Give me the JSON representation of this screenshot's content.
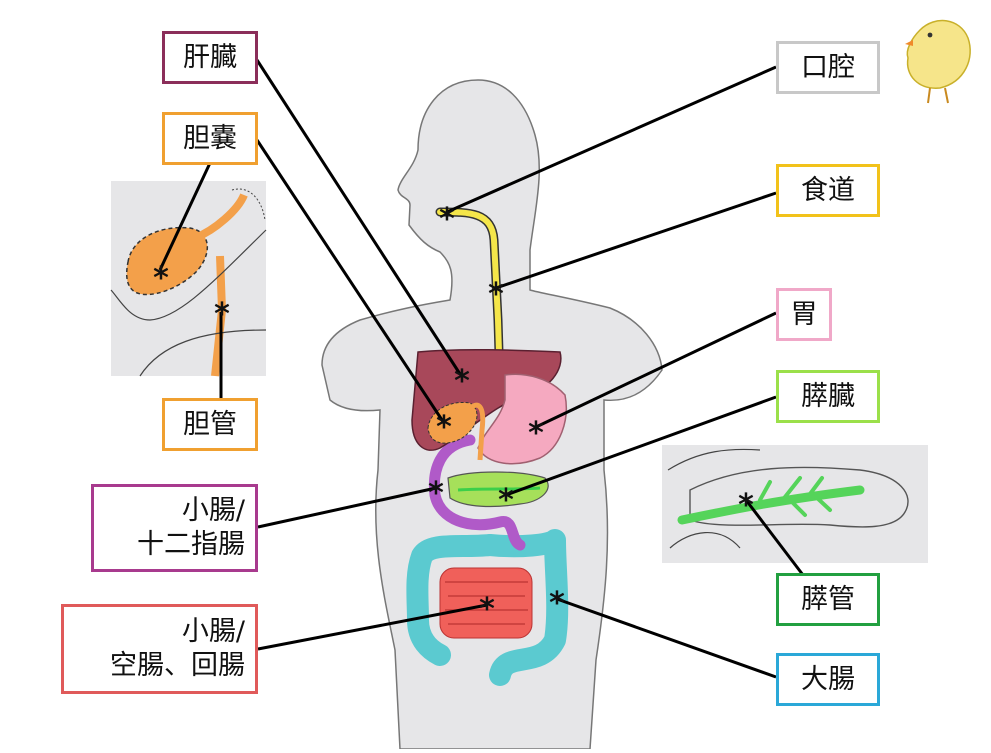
{
  "labels": [
    {
      "key": "liver",
      "lines": [
        "肝臓"
      ],
      "color": "#8b2e5a"
    },
    {
      "key": "gallbladder",
      "lines": [
        "胆嚢"
      ],
      "color": "#f0a030"
    },
    {
      "key": "bile_duct",
      "lines": [
        "胆管"
      ],
      "color": "#f0a030"
    },
    {
      "key": "small_intestine_duodenum",
      "lines": [
        "小腸/",
        "十二指腸"
      ],
      "color": "#a83a8e"
    },
    {
      "key": "small_intestine_jejunum_ileum",
      "lines": [
        "小腸/",
        "空腸、回腸"
      ],
      "color": "#e05a5a"
    },
    {
      "key": "mouth",
      "lines": [
        "口腔"
      ],
      "color": "#c8c8c8"
    },
    {
      "key": "esophagus",
      "lines": [
        "食道"
      ],
      "color": "#f2c21a"
    },
    {
      "key": "stomach",
      "lines": [
        "胃"
      ],
      "color": "#f0a8c8"
    },
    {
      "key": "pancreas",
      "lines": [
        "膵臓"
      ],
      "color": "#9be04a"
    },
    {
      "key": "pancreatic_duct",
      "lines": [
        "膵管"
      ],
      "color": "#22a040"
    },
    {
      "key": "large_intestine",
      "lines": [
        "大腸"
      ],
      "color": "#2aa8d8"
    }
  ],
  "marker_symbol": "*",
  "colors": {
    "body": "#e6e6e8",
    "liver": "#a8485a",
    "gallbladder": "#f3a04a",
    "stomach": "#f5a9c0",
    "pancreas": "#a6e05a",
    "pancreatic_duct": "#3ccf4a",
    "duodenum": "#b05ac8",
    "small_intestine": "#f0605a",
    "large_intestine": "#5bcad0",
    "esophagus": "#f5e64a"
  }
}
